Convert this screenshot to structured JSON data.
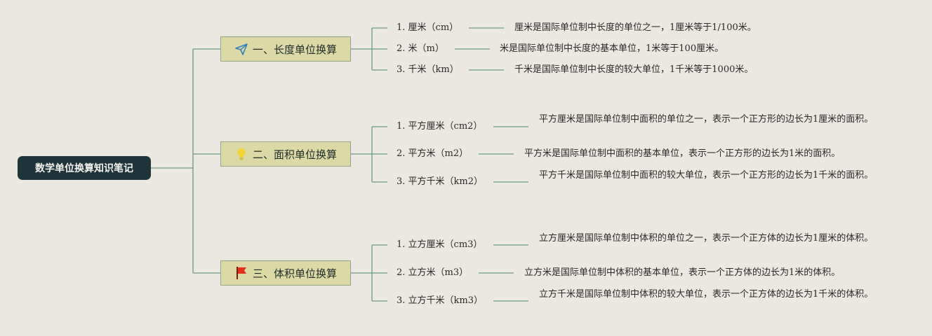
{
  "root": {
    "label": "数学单位换算知识笔记"
  },
  "branches": [
    {
      "label": "一、长度单位换算",
      "icon": "paper-plane-icon",
      "items": [
        {
          "name": "1. 厘米（cm）",
          "desc": "厘米是国际单位制中长度的单位之一，1厘米等于1/100米。"
        },
        {
          "name": "2. 米（m）",
          "desc": "米是国际单位制中长度的基本单位，1米等于100厘米。"
        },
        {
          "name": "3. 千米（km）",
          "desc": "千米是国际单位制中长度的较大单位，1千米等于1000米。"
        }
      ]
    },
    {
      "label": "二、面积单位换算",
      "icon": "lightbulb-icon",
      "items": [
        {
          "name": "1. 平方厘米（cm2）",
          "desc": "平方厘米是国际单位制中面积的单位之一，表示一个正方形的边长为1厘米的面积。"
        },
        {
          "name": "2. 平方米（m2）",
          "desc": "平方米是国际单位制中面积的基本单位，表示一个正方形的边长为1米的面积。"
        },
        {
          "name": "3. 平方千米（km2）",
          "desc": "平方千米是国际单位制中面积的较大单位，表示一个正方形的边长为1千米的面积。"
        }
      ]
    },
    {
      "label": "三、体积单位换算",
      "icon": "red-flag-icon",
      "items": [
        {
          "name": "1. 立方厘米（cm3）",
          "desc": "立方厘米是国际单位制中体积的单位之一，表示一个正方体的边长为1厘米的体积。"
        },
        {
          "name": "2. 立方米（m3）",
          "desc": "立方米是国际单位制中体积的基本单位，表示一个正方体的边长为1米的体积。"
        },
        {
          "name": "3. 立方千米（km3）",
          "desc": "立方千米是国际单位制中体积的较大单位，表示一个正方体的边长为1千米的体积。"
        }
      ]
    }
  ],
  "colors": {
    "connector": "#6e9a86",
    "root_bg": "#1f343a",
    "branch_bg": "#ddd9a6",
    "background": "#ebe7e1"
  }
}
